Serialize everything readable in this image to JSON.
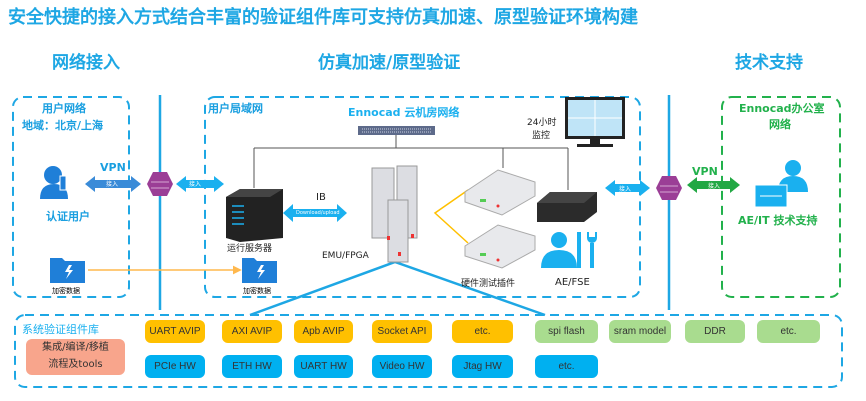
{
  "title": "安全快捷的接入方式结合丰富的验证组件库可支持仿真加速、原型验证环境构建",
  "sections": {
    "access": "网络接入",
    "emulation": "仿真加速/原型验证",
    "support": "技术支持"
  },
  "user_network": {
    "title": "用户网络",
    "region": "地域：北京/上海",
    "user_label": "认证用户",
    "vpn": "VPN",
    "link": "接入",
    "data_label": "加密数据"
  },
  "lan": {
    "title": "用户局域网",
    "cloud": "Ennocad 云机房网络",
    "monitor": "24小时\n监控",
    "monitor_l1": "24小时",
    "monitor_l2": "监控",
    "link": "接入",
    "server": "运行服务器",
    "data_label": "加密数据",
    "ib": "IB",
    "ib_arrow": "Download/upload",
    "emu": "EMU/FPGA",
    "hw_plugin": "硬件测试插件",
    "ae": "AE/FSE"
  },
  "office": {
    "title_l1": "Ennocad办公室",
    "title_l2": "网络",
    "vpn": "VPN",
    "link": "接入",
    "support": "AE/IT 技术支持"
  },
  "library": {
    "title": "系统验证组件库",
    "flow_l1": "集成/编译/移植",
    "flow_l2": "流程及tools",
    "row1": [
      "UART AVIP",
      "AXI AVIP",
      "Apb AVIP",
      "Socket API",
      "etc.",
      "spi flash",
      "sram model",
      "DDR",
      "etc."
    ],
    "row2": [
      "PCIe HW",
      "ETH HW",
      "UART HW",
      "Video HW",
      "Jtag HW",
      "etc."
    ]
  },
  "colors": {
    "accent": "#1ea7e4",
    "green": "#22b14c",
    "firewall": "#9b3e96",
    "orange_chip": "#ffc000",
    "green_chip": "#a9dc8f",
    "blue_chip": "#00b0f0",
    "flow_box": "#f8a58c"
  }
}
